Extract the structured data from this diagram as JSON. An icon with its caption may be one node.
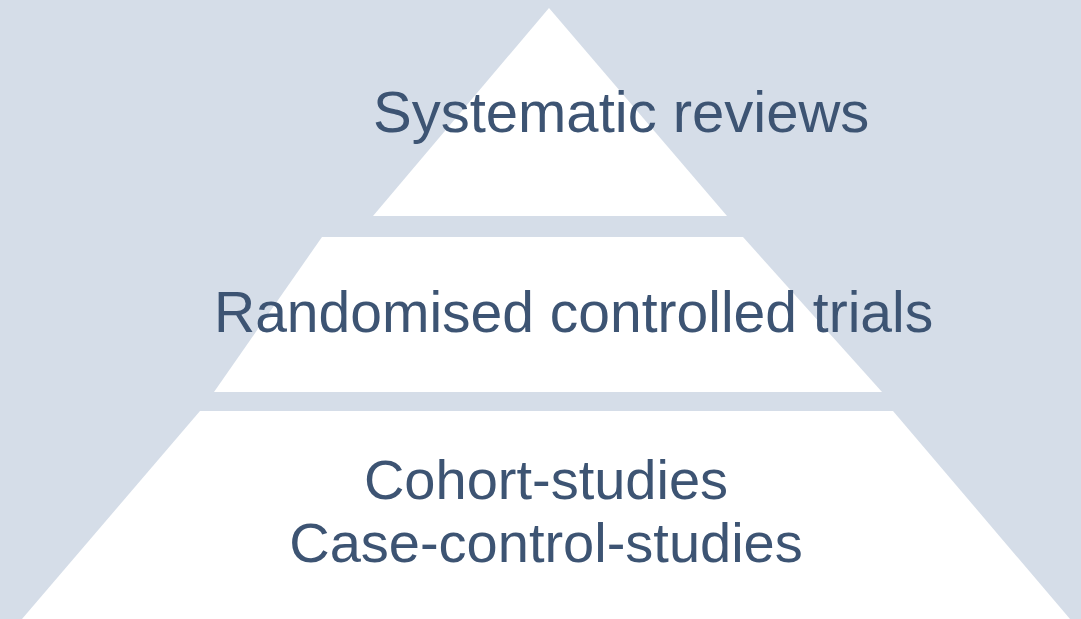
{
  "diagram": {
    "nodes": [
      {
        "text": [
          "Systematic reviews"
        ]
      },
      {
        "text": [
          "Randomised controlled trials"
        ]
      },
      {
        "text": [
          "Cohort-studies",
          "Case-control-studies"
        ]
      }
    ]
  }
}
